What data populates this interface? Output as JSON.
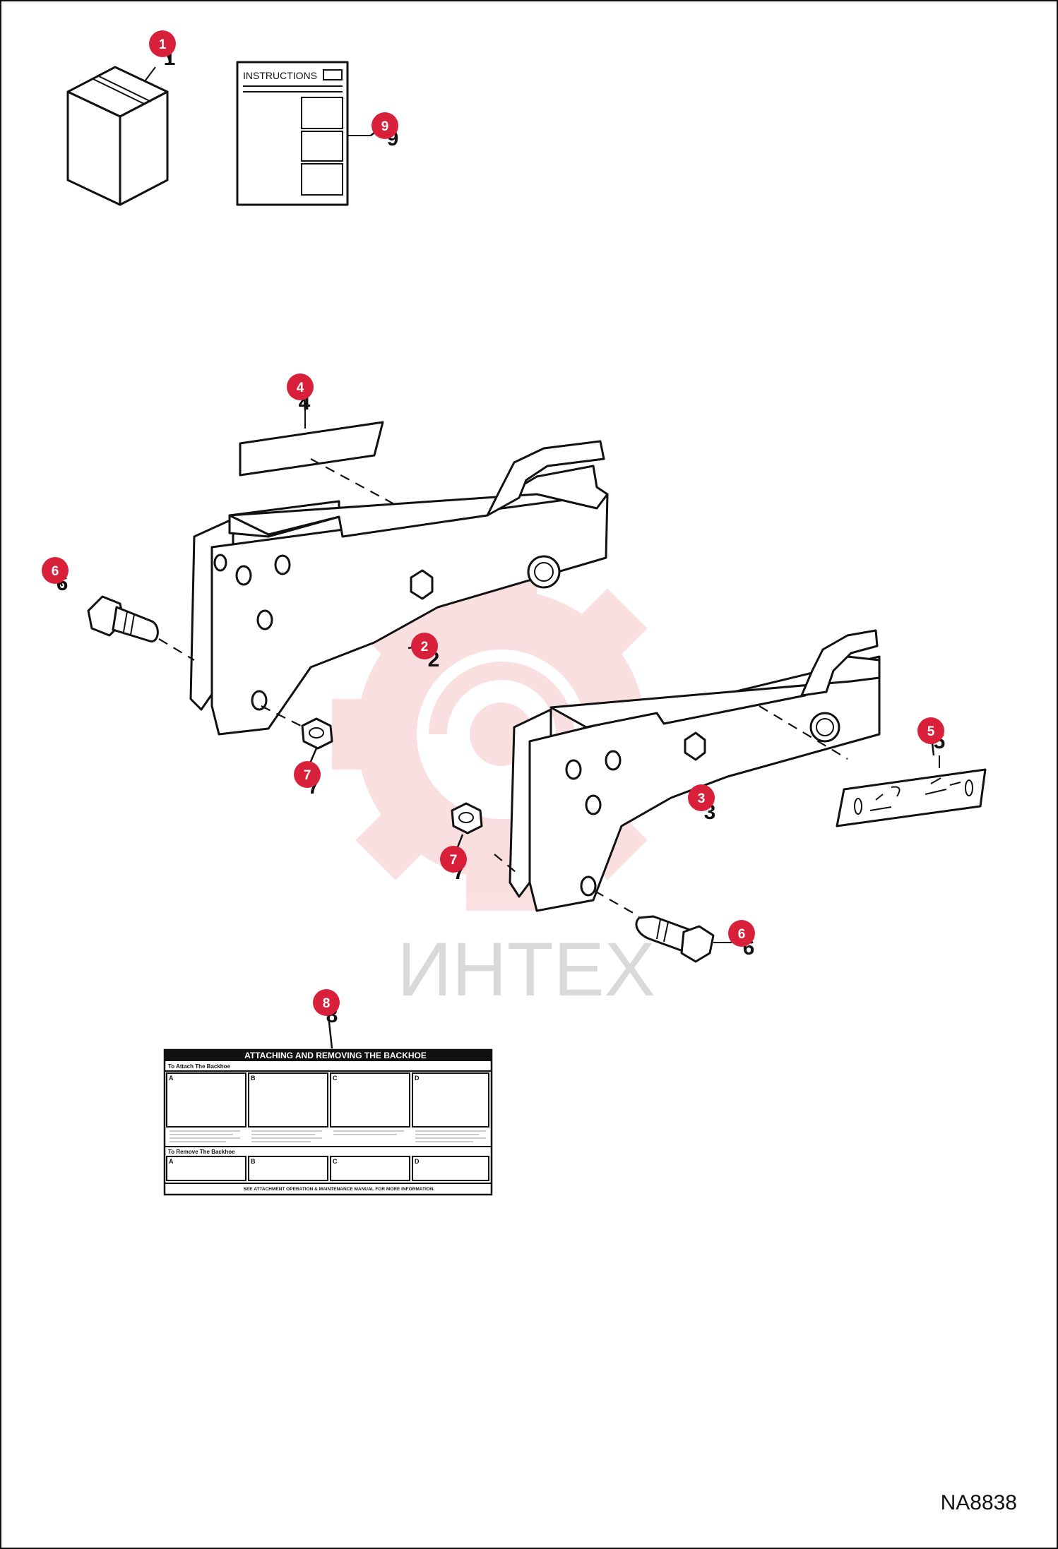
{
  "instructions_sheet": {
    "title": "INSTRUCTIONS"
  },
  "callouts": [
    {
      "id": "callout-1",
      "label": "1"
    },
    {
      "id": "callout-9",
      "label": "9"
    },
    {
      "id": "callout-4",
      "label": "4"
    },
    {
      "id": "callout-6a",
      "label": "6"
    },
    {
      "id": "callout-2",
      "label": "2"
    },
    {
      "id": "callout-7a",
      "label": "7"
    },
    {
      "id": "callout-5",
      "label": "5"
    },
    {
      "id": "callout-3",
      "label": "3"
    },
    {
      "id": "callout-7b",
      "label": "7"
    },
    {
      "id": "callout-6b",
      "label": "6"
    },
    {
      "id": "callout-8",
      "label": "8"
    }
  ],
  "watermark": {
    "text": "ИНТЕХ"
  },
  "decal": {
    "title": "ATTACHING AND REMOVING THE BACKHOE",
    "attach_heading": "To Attach The Backhoe",
    "remove_heading": "To Remove The Backhoe",
    "footer": "SEE ATTACHMENT OPERATION & MAINTENANCE MANUAL FOR MORE INFORMATION.",
    "panel_letters": [
      "A",
      "B",
      "C",
      "D"
    ]
  },
  "drawing_code": "NA8838",
  "colors": {
    "callout": "#d8203a",
    "watermark": "#f3b9bd",
    "line": "#111111"
  }
}
